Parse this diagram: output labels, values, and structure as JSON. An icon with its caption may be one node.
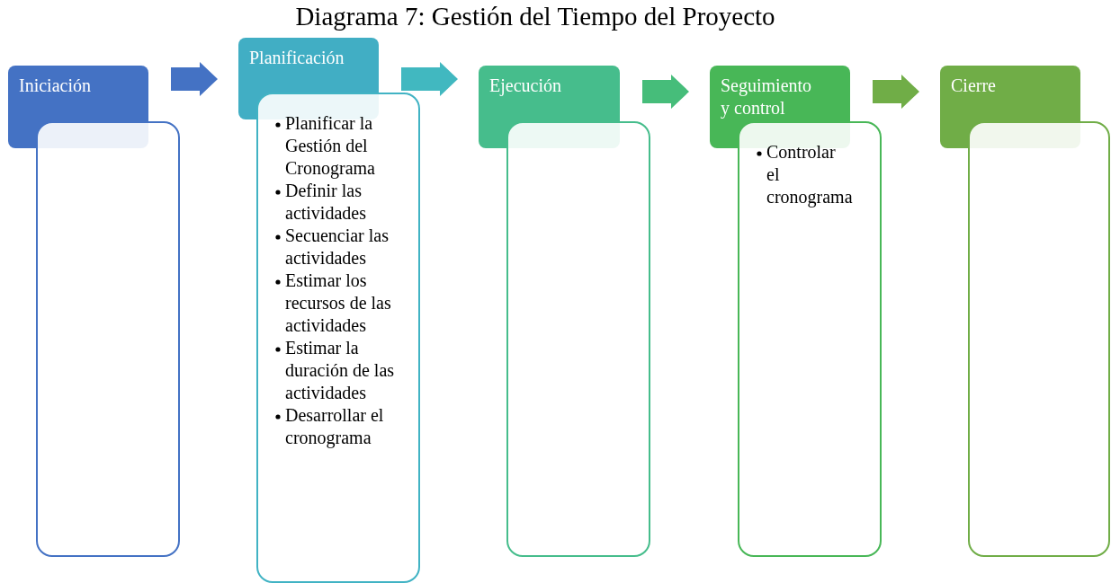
{
  "diagram": {
    "title": "Diagrama 7: Gestión del Tiempo del Proyecto",
    "nodes": [
      {
        "text": [
          "Iniciación"
        ]
      },
      {
        "text": [],
        "shape": "box"
      },
      {
        "text": [
          "Planificación"
        ]
      },
      {
        "text": [
          "Planificar la Gestión del Cronograma",
          "Definir las actividades",
          "Secuenciar las actividades",
          "Estimar los recursos de las actividades",
          "Estimar la duración de las actividades",
          "Desarrollar el cronograma"
        ]
      },
      {
        "text": [
          "Ejecución"
        ]
      },
      {
        "text": [],
        "shape": "box"
      },
      {
        "text": [
          "Seguimiento y control"
        ]
      },
      {
        "text": [
          "Controlar el cronograma"
        ]
      },
      {
        "text": [
          "Cierre"
        ]
      },
      {
        "text": [],
        "shape": "box"
      }
    ],
    "edges": [
      {
        "from": 0,
        "to": 2,
        "arrow": "to",
        "color": "#4472c4"
      },
      {
        "from": 2,
        "to": 4,
        "arrow": "to",
        "color": "#41b8c0"
      },
      {
        "from": 4,
        "to": 6,
        "arrow": "to",
        "color": "#46bd7a"
      },
      {
        "from": 6,
        "to": 8,
        "arrow": "to",
        "color": "#70ad47"
      }
    ]
  }
}
